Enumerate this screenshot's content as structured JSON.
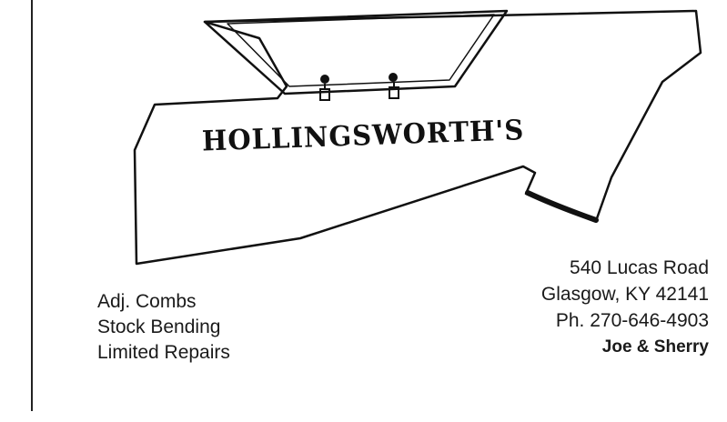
{
  "brand": {
    "name": "HOLLINGSWORTH'S"
  },
  "services": {
    "items": [
      "Adj. Combs",
      "Stock Bending",
      "Limited Repairs"
    ]
  },
  "contact": {
    "street": "540 Lucas Road",
    "city_line": "Glasgow, KY  42141",
    "phone": "Ph. 270-646-4903",
    "owners": "Joe & Sherry"
  },
  "icons": {
    "logo": "rifle-stock-icon"
  }
}
